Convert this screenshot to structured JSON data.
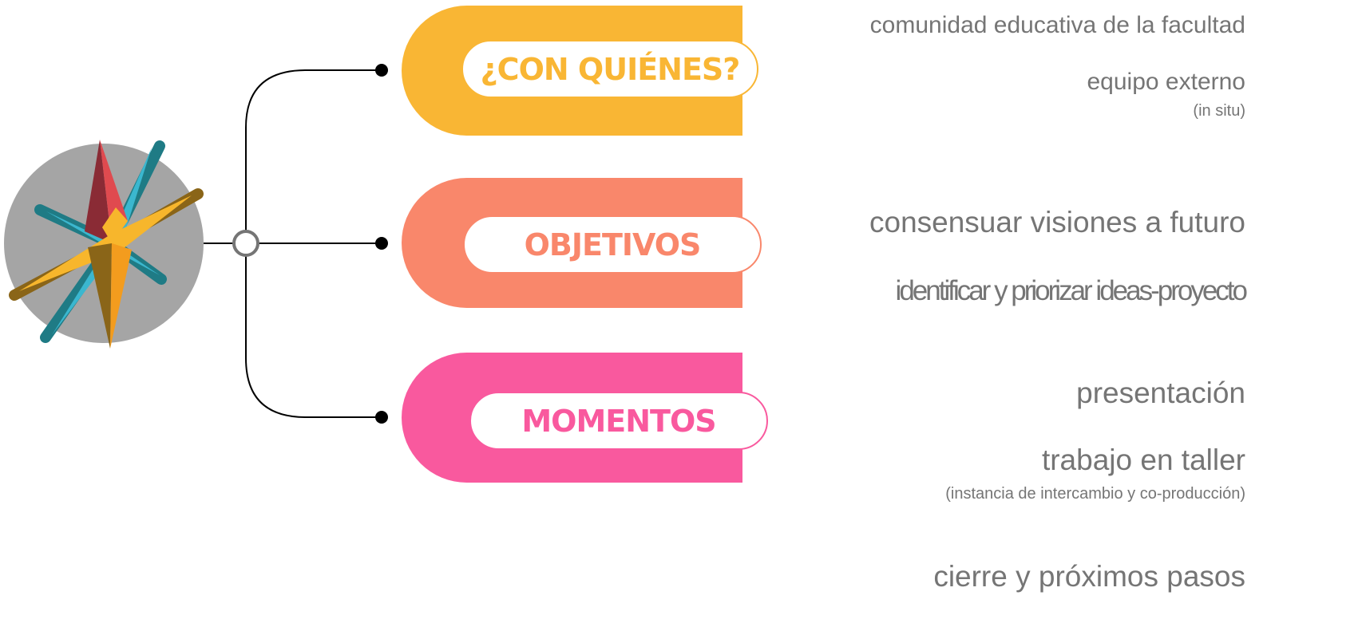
{
  "branches": [
    {
      "title": "¿CON QUIÉNES?",
      "color": "#f9b634",
      "items": [
        {
          "text": "comunidad educativa de la facultad",
          "note": ""
        },
        {
          "text": "equipo externo",
          "note": "(in situ)"
        }
      ]
    },
    {
      "title": "OBJETIVOS",
      "color": "#f9876b",
      "items": [
        {
          "text": "consensuar visiones a futuro",
          "note": ""
        },
        {
          "text": "identificar y priorizar ideas-proyecto",
          "note": ""
        }
      ]
    },
    {
      "title": "MOMENTOS",
      "color": "#f9599e",
      "items": [
        {
          "text": "presentación",
          "note": ""
        },
        {
          "text": "trabajo en taller",
          "note": "(instancia de intercambio y co-producción)"
        },
        {
          "text": "cierre y próximos pasos",
          "note": ""
        }
      ]
    }
  ],
  "icon": "compass-star-icon",
  "colors": {
    "text": "#757575",
    "circle": "#a5a5a5",
    "yellow": "#f9b634",
    "coral": "#f9876b",
    "pink": "#f9599e",
    "teal": "#3bb7cf",
    "red": "#e04a4f",
    "gold": "#f7b62c"
  }
}
